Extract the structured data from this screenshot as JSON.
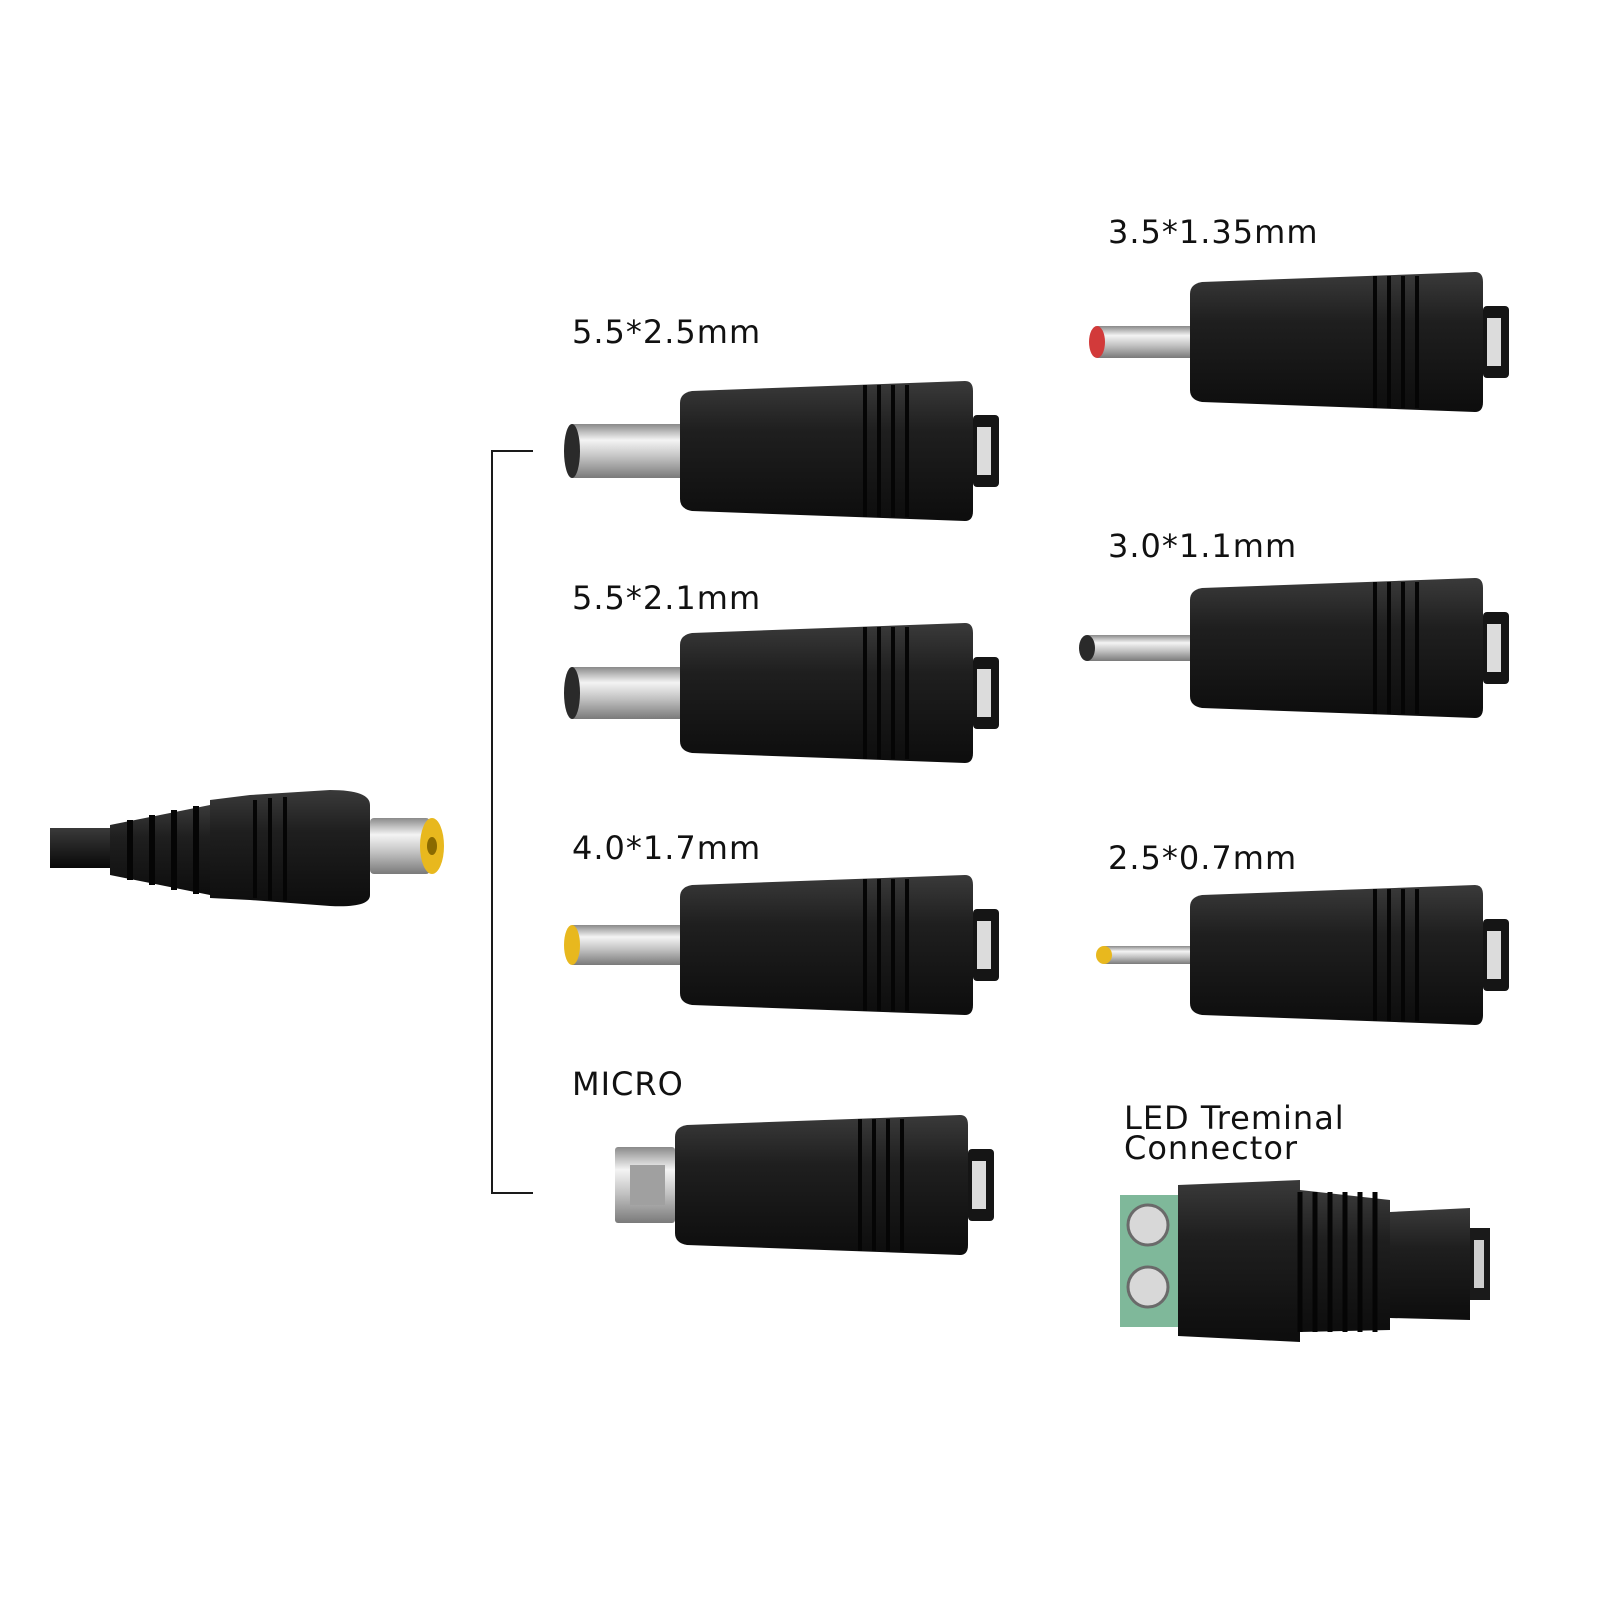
{
  "colors": {
    "background": "#ffffff",
    "plug_body": "#1c1c1c",
    "plug_highlight": "#3a3a3a",
    "metal": "#c8c8c8",
    "tip_yellow": "#e8b81e",
    "tip_red": "#d23a3a",
    "terminal_green": "#7fb89a"
  },
  "adapters": {
    "a1": {
      "label": "5.5*2.5mm",
      "tip": "silver-barrel"
    },
    "a2": {
      "label": "5.5*2.1mm",
      "tip": "silver-barrel"
    },
    "a3": {
      "label": "4.0*1.7mm",
      "tip": "yellow-tip-barrel"
    },
    "a4": {
      "label": "MICRO",
      "tip": "micro-usb"
    },
    "a5": {
      "label": "3.5*1.35mm",
      "tip": "red-tip-barrel"
    },
    "a6": {
      "label": "3.0*1.1mm",
      "tip": "thin-barrel"
    },
    "a7": {
      "label": "2.5*0.7mm",
      "tip": "yellow-tip-thin-barrel"
    },
    "a8": {
      "line1": "LED Treminal",
      "line2": "Connector",
      "tip": "screw-terminal"
    }
  }
}
